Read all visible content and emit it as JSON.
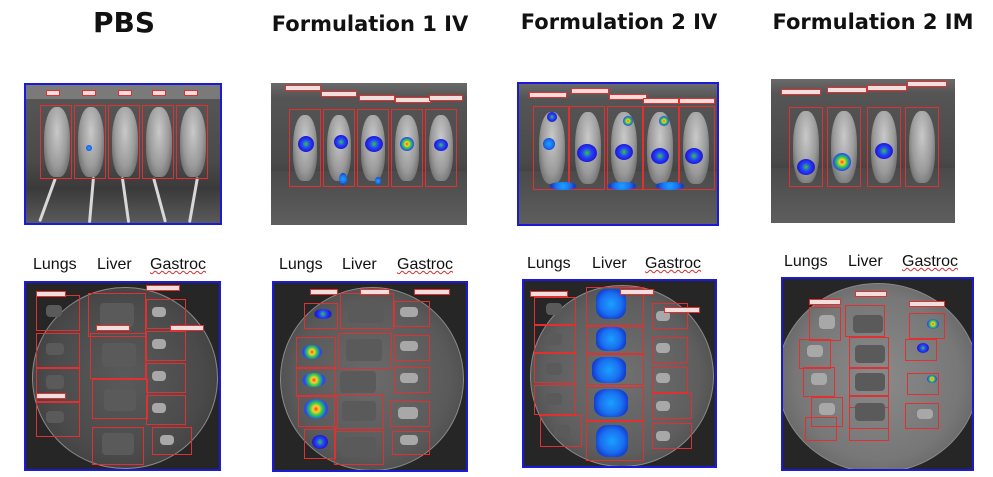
{
  "columns": [
    {
      "title": "PBS"
    },
    {
      "title": "Formulation 1 IV"
    },
    {
      "title": "Formulation 2 IV"
    },
    {
      "title": "Formulation 2 IM"
    }
  ],
  "organ_labels": {
    "lungs": "Lungs",
    "liver": "Liver",
    "gastroc": "Gastroc"
  }
}
